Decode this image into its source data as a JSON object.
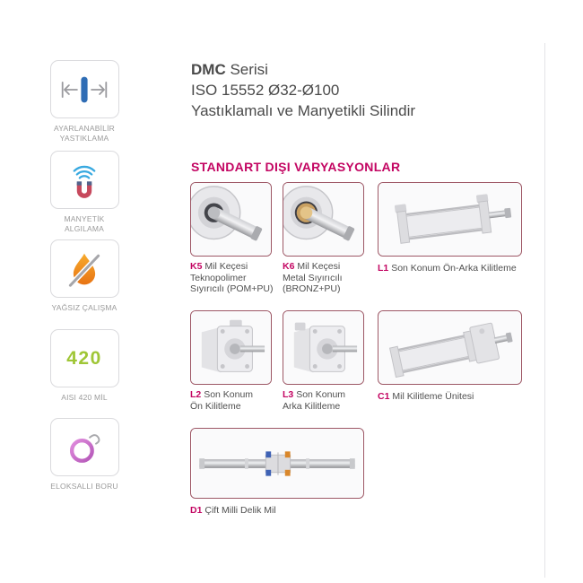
{
  "page": {
    "header": {
      "title_bold": "DMC",
      "title_rest": "Serisi",
      "subtitle": "ISO 15552 Ø32-Ø100",
      "description": "Yastıklamalı ve Manyetikli Silindir"
    },
    "section_title": "STANDART DIŞI VARYASYONLAR",
    "sidebar": {
      "items": [
        {
          "icon": "adjustable-cushioning-icon",
          "label": "AYARLANABİLİR YASTIKLAMA"
        },
        {
          "icon": "magnetic-sensing-icon",
          "label": "MANYETİK ALGILAMA"
        },
        {
          "icon": "oil-free-icon",
          "label": "YAĞSIZ ÇALIŞMA"
        },
        {
          "icon": "aisi-420-icon",
          "value": "420",
          "label": "AISI 420 MİL"
        },
        {
          "icon": "anodized-tube-icon",
          "label": "ELOKSALLI BORU"
        }
      ]
    },
    "variants": [
      {
        "code": "K5",
        "desc": "Mil Keçesi Teknopolimer Sıyırıcılı (POM+PU)",
        "image": "rod-seal-technopolymer-photo"
      },
      {
        "code": "K6",
        "desc": "Mil Keçesi Metal Sıyırıcılı (BRONZ+PU)",
        "image": "rod-seal-metal-photo"
      },
      {
        "code": "L1",
        "desc": "Son Konum Ön-Arka Kilitleme",
        "image": "cylinder-front-rear-lock-photo"
      },
      {
        "code": "L2",
        "desc": "Son Konum Ön Kilitleme",
        "image": "cylinder-front-lock-photo"
      },
      {
        "code": "L3",
        "desc": "Son Konum Arka Kilitleme",
        "image": "cylinder-rear-lock-photo"
      },
      {
        "code": "C1",
        "desc": "Mil Kilitleme Ünitesi",
        "image": "rod-lock-unit-photo"
      },
      {
        "code": "D1",
        "desc": "Çift Milli Delik Mil",
        "image": "double-rod-hollow-photo"
      }
    ],
    "colors": {
      "accent_magenta": "#c30562",
      "card_border": "#9d5765",
      "text_dark": "#4a4a4a",
      "text_gray": "#9b9b9b",
      "green_420": "#9fc636",
      "droplet_orange": "#e87413",
      "capsule_blue": "#2f6db5",
      "magnet_red": "#c7495d",
      "wifi_blue": "#38a9e0",
      "ring_purple": "#b457b8"
    }
  }
}
